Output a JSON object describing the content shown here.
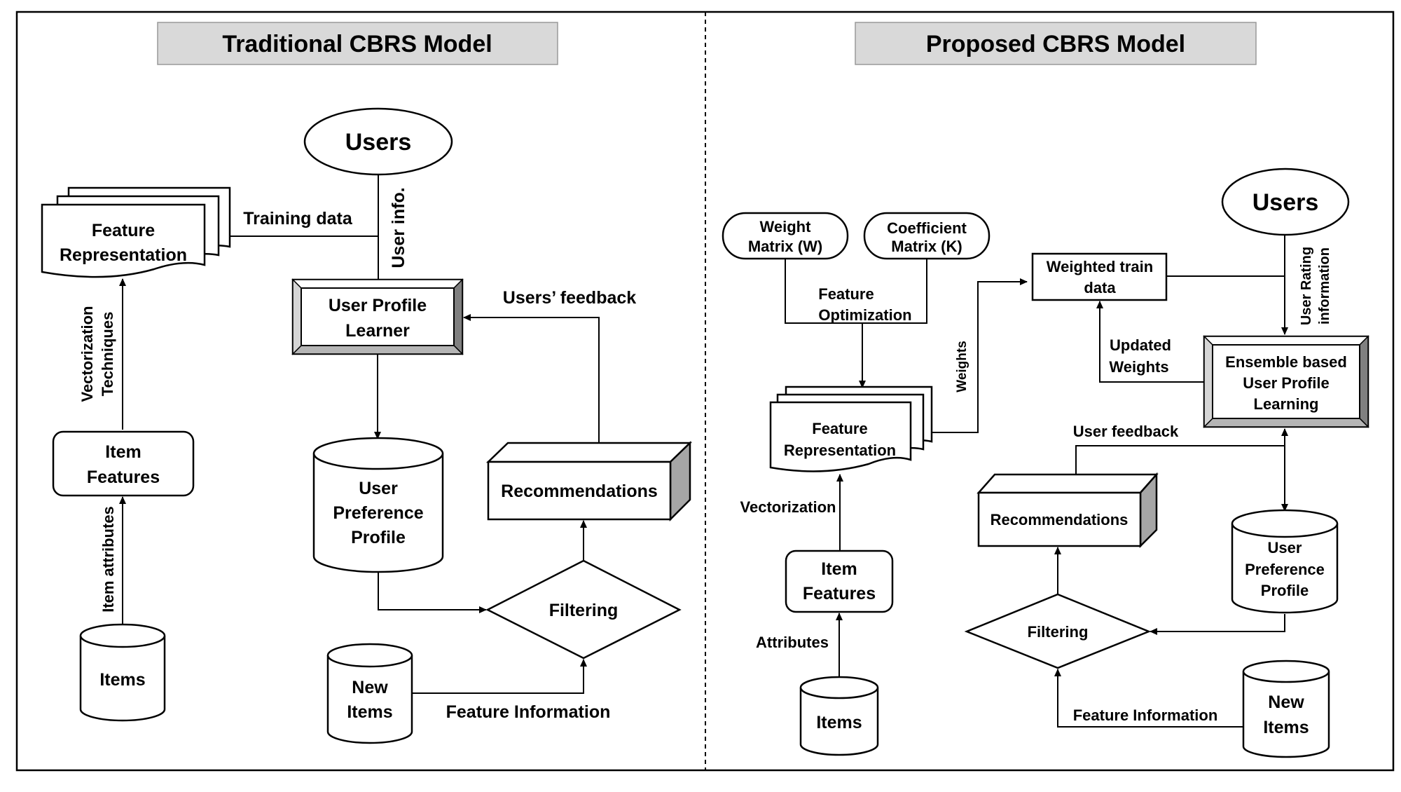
{
  "left": {
    "title": "Traditional CBRS Model",
    "users": "Users",
    "feature_rep": [
      "Feature",
      "Representation"
    ],
    "training_data": "Training data",
    "user_info": "User info.",
    "upl": [
      "User Profile",
      "Learner"
    ],
    "users_feedback": "Users’ feedback",
    "vectorization": [
      "Vectorization",
      "Techniques"
    ],
    "item_features": [
      "Item",
      "Features"
    ],
    "user_pref": [
      "User",
      "Preference",
      "Profile"
    ],
    "recommendations": "Recommendations",
    "item_attributes": "Item attributes",
    "filtering": "Filtering",
    "items": "Items",
    "new_items": [
      "New",
      "Items"
    ],
    "feature_info": "Feature Information"
  },
  "right": {
    "title": "Proposed CBRS Model",
    "users": "Users",
    "weight_matrix": [
      "Weight",
      "Matrix (W)"
    ],
    "coef_matrix": [
      "Coefficient",
      "Matrix (K)"
    ],
    "feature_opt": [
      "Feature",
      "Optimization"
    ],
    "weighted_train": [
      "Weighted train",
      "data"
    ],
    "user_rating": [
      "User Rating",
      "information"
    ],
    "weights": "Weights",
    "updated_weights": [
      "Updated",
      "Weights"
    ],
    "ensemble": [
      "Ensemble based",
      "User Profile",
      "Learning"
    ],
    "feature_rep": [
      "Feature",
      "Representation"
    ],
    "user_feedback": "User feedback",
    "vectorization": "Vectorization",
    "recommendations": "Recommendations",
    "user_pref": [
      "User",
      "Preference",
      "Profile"
    ],
    "item_features": [
      "Item",
      "Features"
    ],
    "filtering": "Filtering",
    "attributes": "Attributes",
    "items": "Items",
    "feature_info": "Feature Information",
    "new_items": [
      "New",
      "Items"
    ]
  }
}
